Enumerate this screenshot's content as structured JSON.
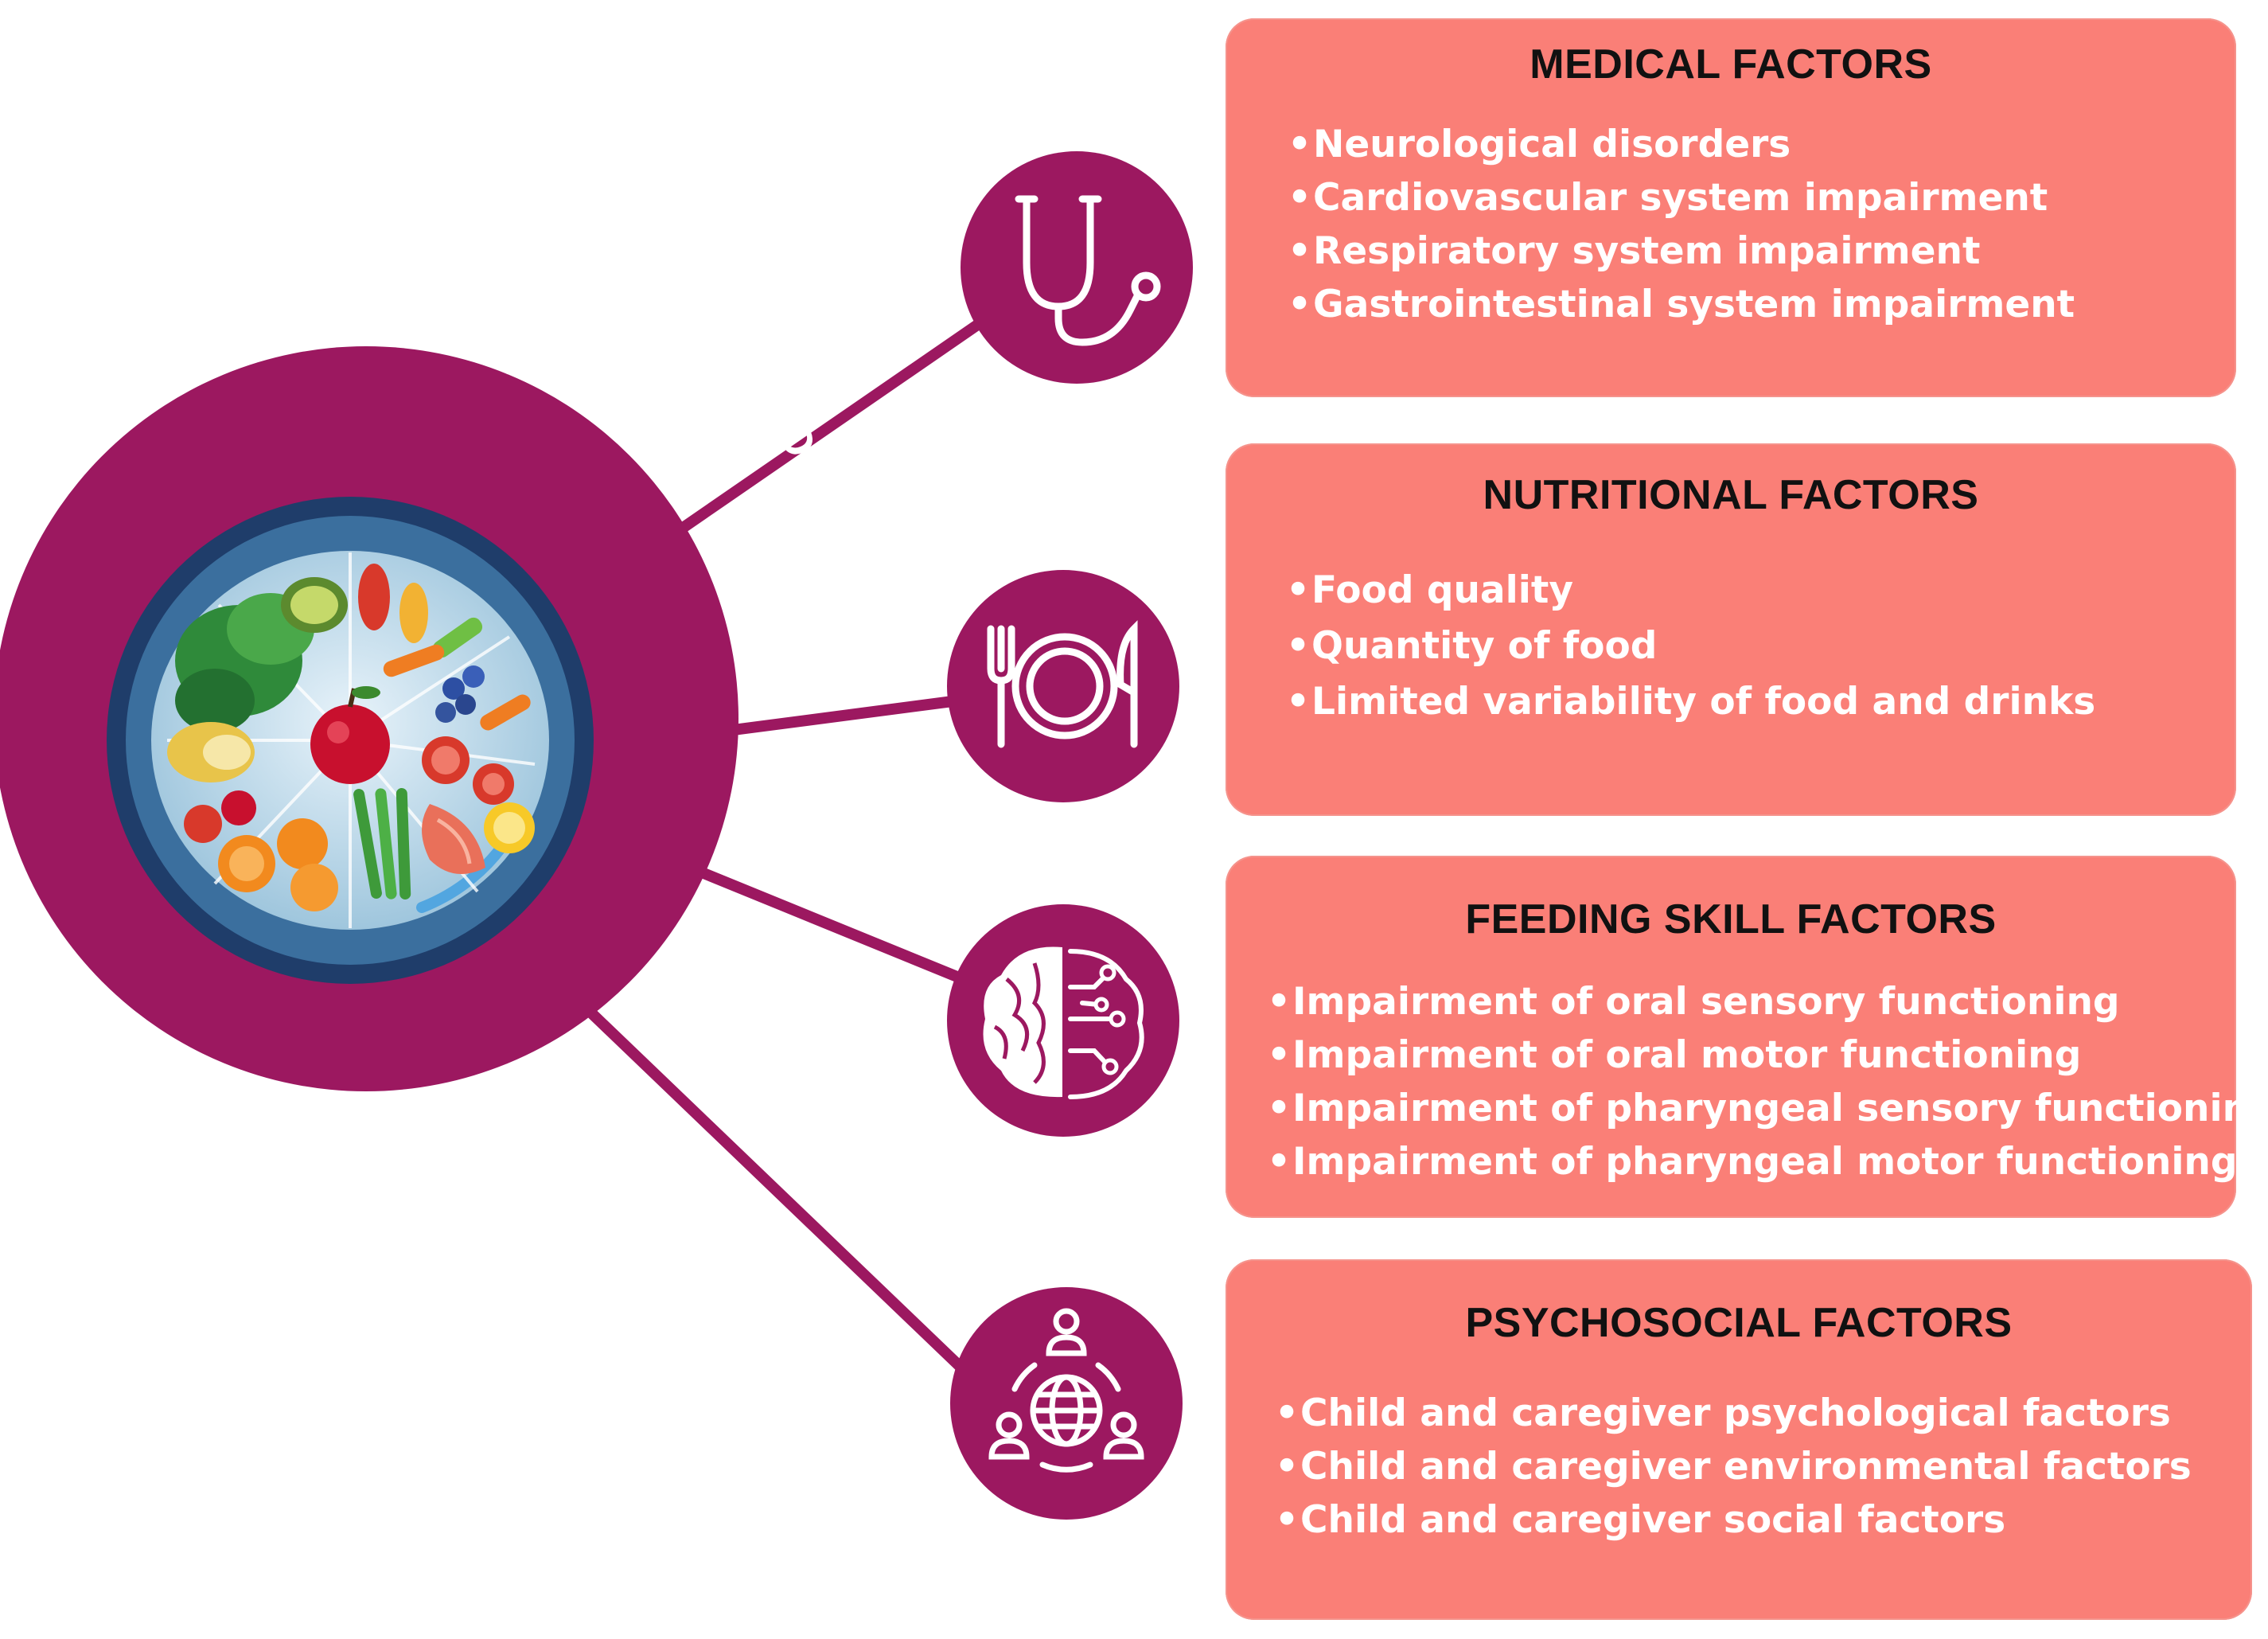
{
  "center": {
    "title": "DOMAINS INVOLVED IN PEDIATRIC FEEDING DISORDERS",
    "icon": "food-plate-illustration"
  },
  "colors": {
    "hub": "#9c1860",
    "line": "#9c1860",
    "box": "#fa7f77",
    "heading": "#111111",
    "item": "#ffffff"
  },
  "domains": [
    {
      "title": "MEDICAL FACTORS",
      "icon": "stethoscope-icon",
      "items": [
        "Neurological disorders",
        "Cardiovascular system impairment",
        "Respiratory system impairment",
        "Gastrointestinal system impairment"
      ]
    },
    {
      "title": "NUTRITIONAL FACTORS",
      "icon": "plate-cutlery-icon",
      "items": [
        "Food quality",
        "Quantity of food",
        "Limited variability of food and drinks"
      ]
    },
    {
      "title": "FEEDING SKILL FACTORS",
      "icon": "brain-circuit-icon",
      "items": [
        "Impairment of oral sensory functioning",
        "Impairment of oral motor functioning",
        "Impairment of pharyngeal sensory functioning",
        "Impairment of pharyngeal motor functioning"
      ]
    },
    {
      "title": "PSYCHOSOCIAL FACTORS",
      "icon": "people-globe-icon",
      "items": [
        "Child and caregiver psychological factors",
        "Child and caregiver environmental factors",
        "Child and caregiver social factors"
      ]
    }
  ]
}
